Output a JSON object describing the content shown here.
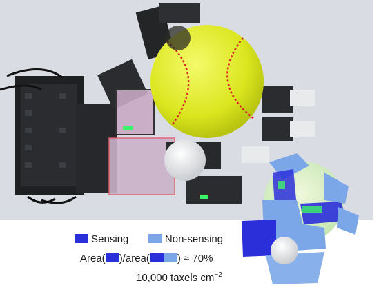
{
  "legend": {
    "sensing_label": "Sensing",
    "non_sensing_label": "Non-sensing",
    "sensing_color": "#2b2fd9",
    "non_sensing_color": "#7ba7e8"
  },
  "formula": {
    "prefix": "Area(",
    "middle": ")/area(",
    "suffix": ") ≈ 70%"
  },
  "density": {
    "value": "10,000 taxels cm",
    "exponent": "−2"
  },
  "colors": {
    "background_panel": "#d9dde3",
    "softball": "#e6ef2a",
    "stitches": "#d8262b",
    "robot_body": "#1e2022"
  }
}
